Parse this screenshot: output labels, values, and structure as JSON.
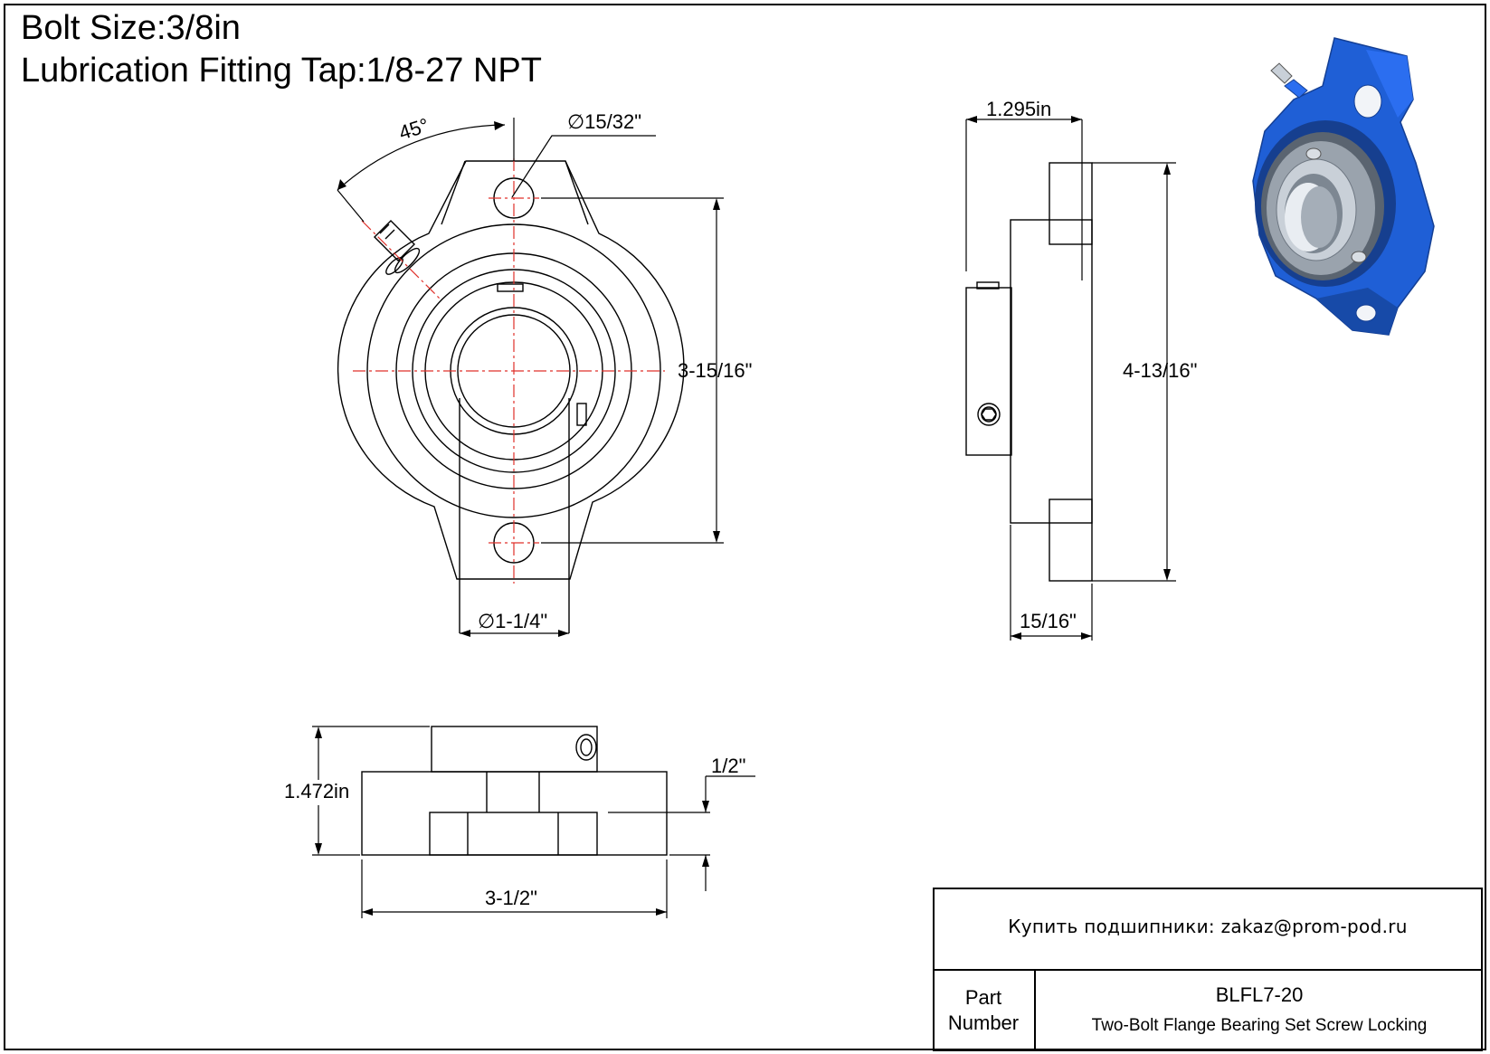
{
  "header": {
    "bolt_size": "Bolt Size:3/8in",
    "lubrication": "Lubrication Fitting Tap:1/8-27 NPT"
  },
  "front_view": {
    "angle": "45°",
    "hole_diameter": "15/32\"",
    "bolt_spacing": "3-15/16\"",
    "bore_diameter": "1-1/4\""
  },
  "side_view": {
    "depth": "1.295in",
    "overall_height": "4-13/16\"",
    "base_width": "15/16\""
  },
  "bottom_view": {
    "height": "1.472in",
    "flange_thickness": "1/2\"",
    "width": "3-1/2\""
  },
  "title_block": {
    "shop_text": "Купить подшипники: zakaz@prom-pod.ru",
    "part_label": "Part Number",
    "part_number": "BLFL7-20",
    "description": "Two-Bolt Flange Bearing Set Screw Locking"
  },
  "colors": {
    "housing_blue": "#1f5fd6",
    "centerline_red": "#e0302a",
    "insert_steel": "#9aa3ad"
  }
}
